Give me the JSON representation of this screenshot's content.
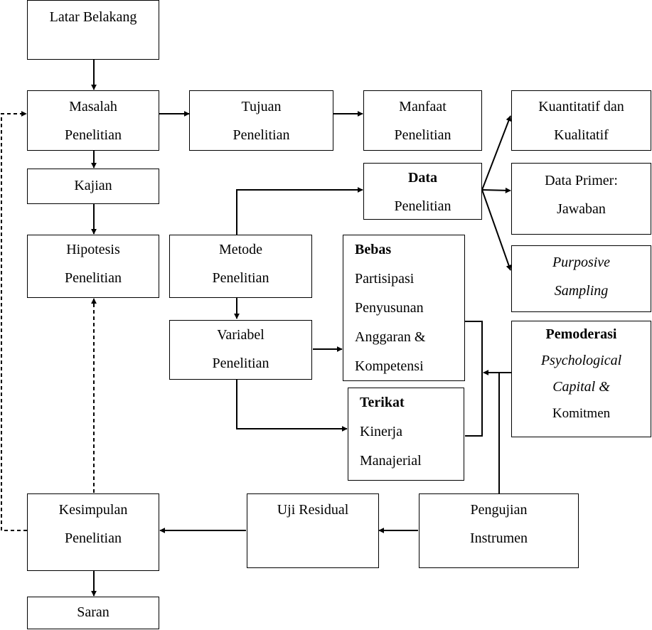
{
  "boxes": {
    "latar": {
      "lines": [
        "Latar Belakang"
      ]
    },
    "masalah": {
      "lines": [
        "Masalah",
        "Penelitian"
      ]
    },
    "tujuan": {
      "lines": [
        "Tujuan",
        "Penelitian"
      ]
    },
    "manfaat": {
      "lines": [
        "Manfaat",
        "Penelitian"
      ]
    },
    "kuantitatif": {
      "lines": [
        "Kuantitatif dan",
        "Kualitatif"
      ]
    },
    "kajian": {
      "lines": [
        "Kajian"
      ]
    },
    "data": {
      "lines": [
        "Data",
        "Penelitian"
      ]
    },
    "data_primer": {
      "lines": [
        "Data Primer:",
        "Jawaban"
      ]
    },
    "hipotesis": {
      "lines": [
        "Hipotesis",
        "Penelitian"
      ]
    },
    "metode": {
      "lines": [
        "Metode",
        "Penelitian"
      ]
    },
    "bebas": {
      "lines": [
        "Bebas",
        "Partisipasi",
        "Penyusunan",
        "Anggaran &",
        "Kompetensi"
      ]
    },
    "purposive": {
      "lines": [
        "Purposive",
        "Sampling"
      ]
    },
    "variabel": {
      "lines": [
        "Variabel",
        "Penelitian"
      ]
    },
    "pemoderasi": {
      "lines": [
        "Pemoderasi",
        "Psychological",
        "Capital &",
        "Komitmen"
      ]
    },
    "terikat": {
      "lines": [
        "Terikat",
        "Kinerja",
        "Manajerial"
      ]
    },
    "kesimpulan": {
      "lines": [
        "Kesimpulan",
        "Penelitian"
      ]
    },
    "uji_residual": {
      "lines": [
        "Uji Residual"
      ]
    },
    "pengujian": {
      "lines": [
        "Pengujian",
        "Instrumen"
      ]
    },
    "saran": {
      "lines": [
        "Saran"
      ]
    }
  }
}
